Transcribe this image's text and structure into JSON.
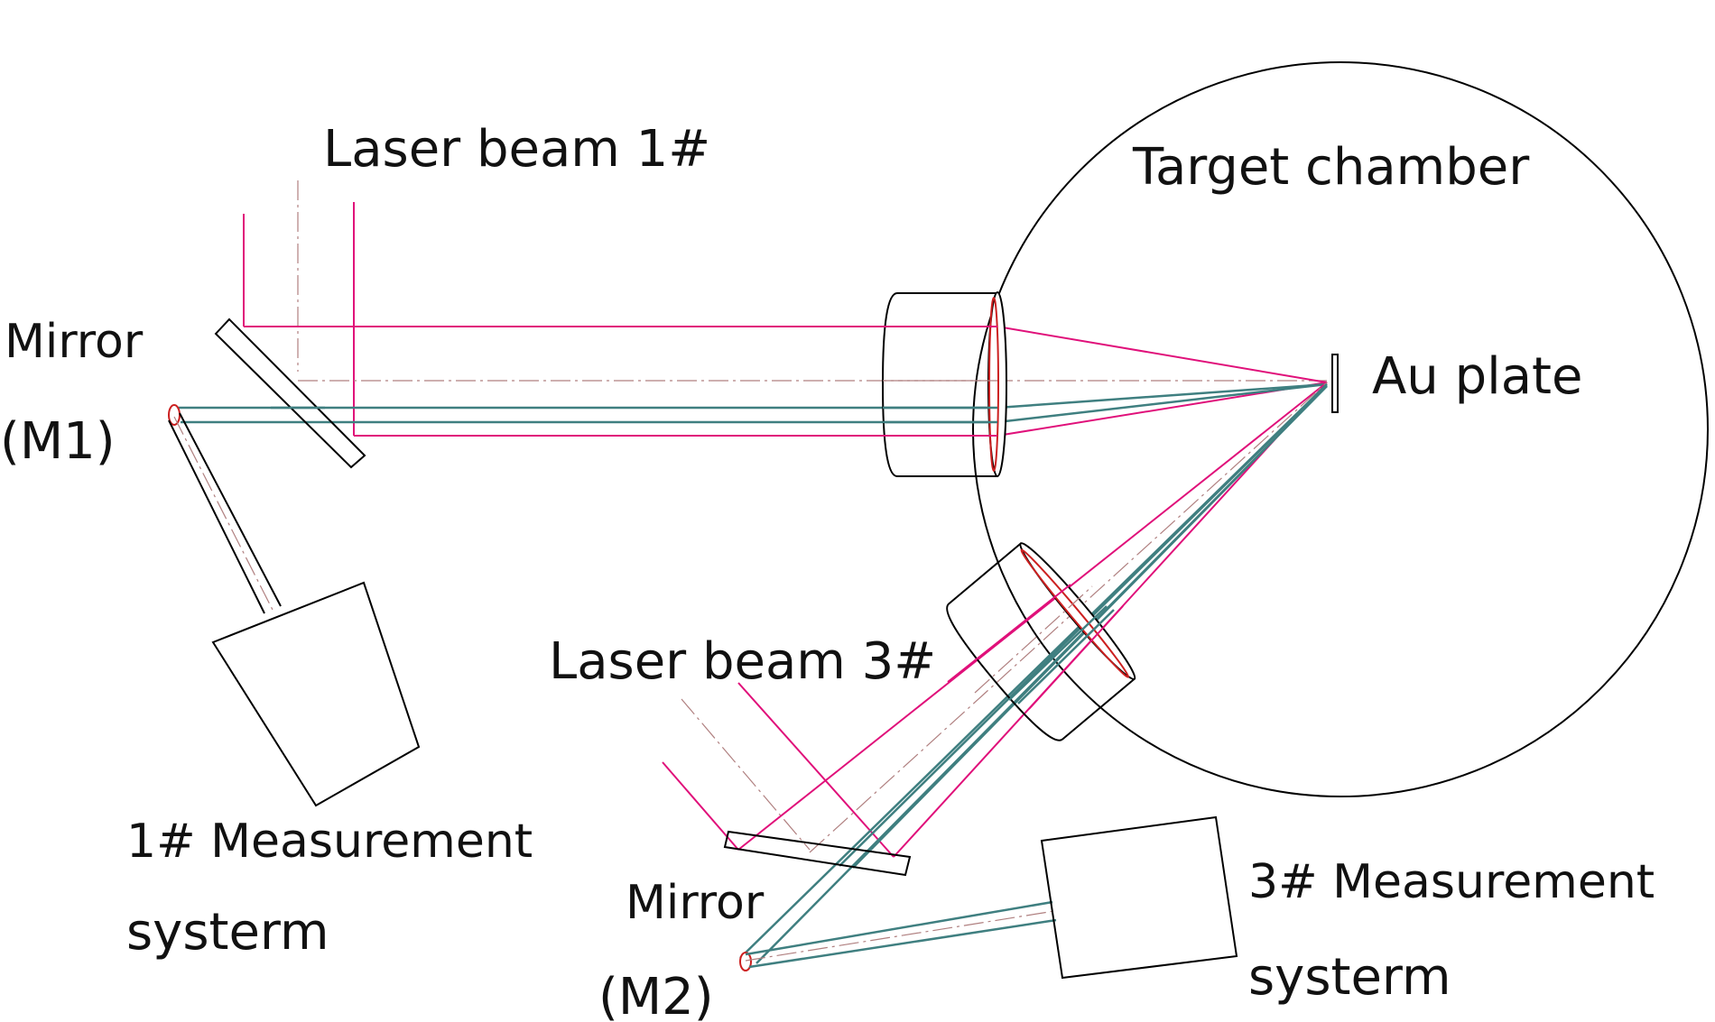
{
  "labels": {
    "laser_beam_1": "Laser beam 1#",
    "target_chamber": "Target chamber",
    "mirror_1": "Mirror",
    "mirror_1_id": "(M1)",
    "au_plate": "Au plate",
    "laser_beam_3": "Laser beam 3#",
    "measurement_1_line1": "1# Measurement",
    "measurement_1_line2": "systerm",
    "mirror_2": "Mirror",
    "mirror_2_id": "(M2)",
    "measurement_3_line1": "3# Measurement",
    "measurement_3_line2": "systerm"
  },
  "colors": {
    "laser_beam": "#e0107a",
    "probe_beam": "#3f7f80",
    "centerline": "#b08080",
    "outline": "#000000",
    "lens_rim": "#cc2020"
  }
}
